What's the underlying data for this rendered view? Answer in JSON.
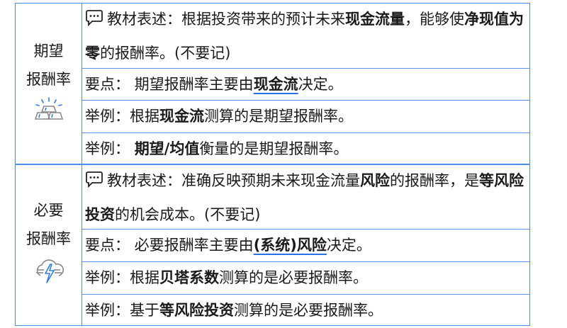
{
  "groups": [
    {
      "label_lines": [
        "期望",
        "报酬率"
      ],
      "icon": "gold-bars-icon",
      "rows": [
        {
          "type": "textbook",
          "segments": [
            {
              "t": "教材表述：根据投资带来的预计未来"
            },
            {
              "t": "现金流量",
              "b": true
            },
            {
              "t": "，能够使"
            },
            {
              "t": "净现值为零",
              "b": true
            },
            {
              "t": "的报酬率。(不要记)"
            }
          ]
        },
        {
          "type": "keypoint",
          "segments": [
            {
              "t": "要点： 期望报酬率主要由"
            },
            {
              "t": "现金流",
              "b": true,
              "u": true
            },
            {
              "t": "决定。"
            }
          ]
        },
        {
          "type": "example",
          "segments": [
            {
              "t": "举例：根据"
            },
            {
              "t": "现金流",
              "b": true
            },
            {
              "t": "测算的是期望报酬率。"
            }
          ]
        },
        {
          "type": "example",
          "segments": [
            {
              "t": "举例： "
            },
            {
              "t": "期望/均值",
              "b": true
            },
            {
              "t": "衡量的是期望报酬率。"
            }
          ]
        }
      ]
    },
    {
      "label_lines": [
        "必要",
        "报酬率"
      ],
      "icon": "storm-cloud-icon",
      "rows": [
        {
          "type": "textbook",
          "segments": [
            {
              "t": "教材表述：准确反映预期未来现金流量"
            },
            {
              "t": "风险",
              "b": true
            },
            {
              "t": "的报酬率，是"
            },
            {
              "t": "等风险投资",
              "b": true
            },
            {
              "t": "的机会成本。(不要记)"
            }
          ]
        },
        {
          "type": "keypoint",
          "segments": [
            {
              "t": "要点： 必要报酬率主要由"
            },
            {
              "t": "(系统)风险",
              "b": true,
              "u": true
            },
            {
              "t": "决定。"
            }
          ]
        },
        {
          "type": "example",
          "segments": [
            {
              "t": "举例：根据"
            },
            {
              "t": "贝塔系数",
              "b": true
            },
            {
              "t": "测算的是必要报酬率。"
            }
          ]
        },
        {
          "type": "example",
          "segments": [
            {
              "t": "举例：基于"
            },
            {
              "t": "等风险投资",
              "b": true
            },
            {
              "t": "测算的是必要报酬率。"
            }
          ]
        }
      ]
    }
  ],
  "colors": {
    "border": "#4a8cf0",
    "underline": "#2a6ee8",
    "icon_accent": "#2a7ef0",
    "icon_gray": "#888888"
  }
}
